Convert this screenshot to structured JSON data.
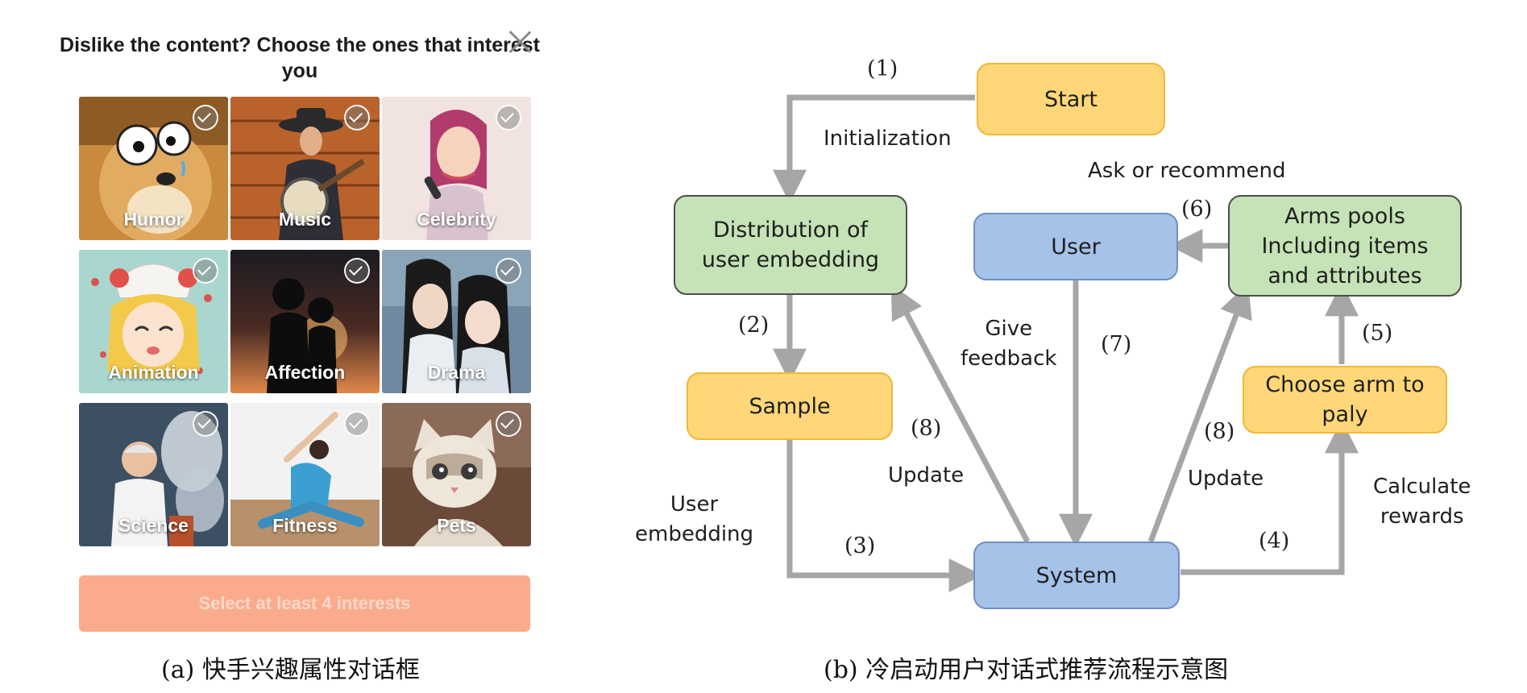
{
  "panel_a": {
    "dialog_title": "Dislike the content? Choose the ones that interest you",
    "tiles": [
      {
        "label": "Humor",
        "icon": "doge-meme-image"
      },
      {
        "label": "Music",
        "icon": "banjo-player-image"
      },
      {
        "label": "Celebrity",
        "icon": "singer-image"
      },
      {
        "label": "Animation",
        "icon": "anime-girl-image"
      },
      {
        "label": "Affection",
        "icon": "couple-silhouette-image"
      },
      {
        "label": "Drama",
        "icon": "costume-drama-image"
      },
      {
        "label": "Science",
        "icon": "scientist-image"
      },
      {
        "label": "Fitness",
        "icon": "yoga-image"
      },
      {
        "label": "Pets",
        "icon": "kitten-image"
      }
    ],
    "select_button": "Select at least 4 interests",
    "caption": "(a) 快手兴趣属性对话框",
    "colors": {
      "button_bg": "#fbab8d",
      "button_text": "#ffd9c9"
    }
  },
  "panel_b": {
    "nodes": {
      "start": "Start",
      "distribution": [
        "Distribution of",
        "user embedding"
      ],
      "sample": "Sample",
      "user": "User",
      "system": "System",
      "arms_pools": [
        "Arms pools",
        "Including items",
        "and attributes"
      ],
      "choose_arm": [
        "Choose arm to",
        "paly"
      ]
    },
    "edge_labels": {
      "initialization": "Initialization",
      "ask_or_recommend": "Ask or recommend",
      "give_feedback": [
        "Give",
        "feedback"
      ],
      "update_left": "Update",
      "update_right": "Update",
      "user_embedding": [
        "User",
        "embedding"
      ],
      "calculate_rewards": [
        "Calculate",
        "rewards"
      ]
    },
    "steps": [
      "(1)",
      "(2)",
      "(3)",
      "(4)",
      "(5)",
      "(6)",
      "(7)",
      "(8)",
      "(8)"
    ],
    "caption": "(b) 冷启动用户对话式推荐流程示意图",
    "colors": {
      "yellow": "#ffd779",
      "green": "#c5e3b6",
      "blue": "#a5c2e9",
      "arrow": "#a6a6a6"
    }
  }
}
